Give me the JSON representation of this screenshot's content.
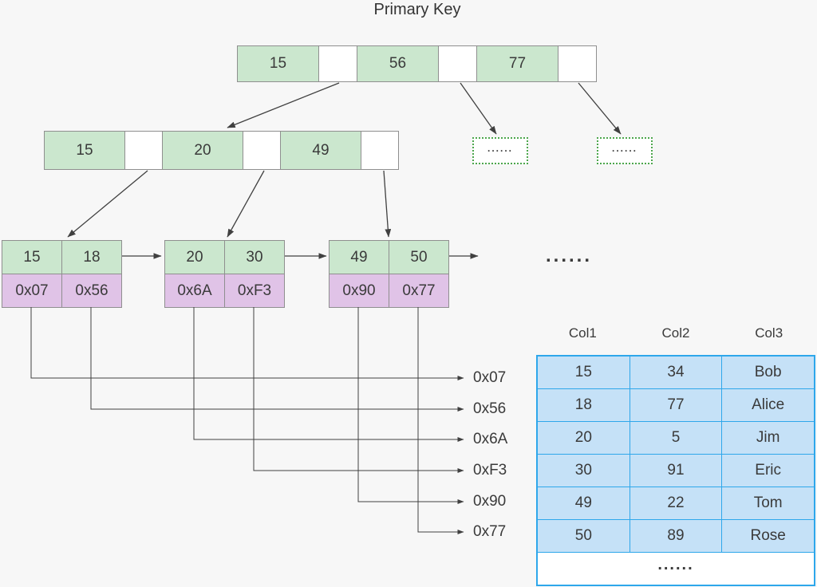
{
  "title": "Primary Key",
  "root_node": {
    "cells": [
      "15",
      "",
      "56",
      "",
      "77",
      ""
    ]
  },
  "level2_node": {
    "cells": [
      "15",
      "",
      "20",
      "",
      "49",
      ""
    ]
  },
  "dotted_boxes": [
    {
      "label": "......"
    },
    {
      "label": "......"
    }
  ],
  "leaf_nodes": [
    {
      "keys": [
        "15",
        "18"
      ],
      "pointers": [
        "0x07",
        "0x56"
      ]
    },
    {
      "keys": [
        "20",
        "30"
      ],
      "pointers": [
        "0x6A",
        "0xF3"
      ]
    },
    {
      "keys": [
        "49",
        "50"
      ],
      "pointers": [
        "0x90",
        "0x77"
      ]
    }
  ],
  "leaf_ellipsis": "......",
  "address_labels": [
    "0x07",
    "0x56",
    "0x6A",
    "0xF3",
    "0x90",
    "0x77"
  ],
  "table": {
    "headers": [
      "Col1",
      "Col2",
      "Col3"
    ],
    "rows": [
      [
        "15",
        "34",
        "Bob"
      ],
      [
        "18",
        "77",
        "Alice"
      ],
      [
        "20",
        "5",
        "Jim"
      ],
      [
        "30",
        "91",
        "Eric"
      ],
      [
        "49",
        "22",
        "Tom"
      ],
      [
        "50",
        "89",
        "Rose"
      ]
    ],
    "ellipsis_row": "......"
  },
  "colors": {
    "background": "#f7f7f7",
    "node-green": "#cbe7ce",
    "node-purple": "#e0c3e7",
    "node-border": "#8f8f8f",
    "table-fill": "#c5e1f7",
    "table-border": "#2ea7eb",
    "dotted-border": "#4ca64c",
    "text": "#3a3a3a",
    "line": "#404040"
  }
}
